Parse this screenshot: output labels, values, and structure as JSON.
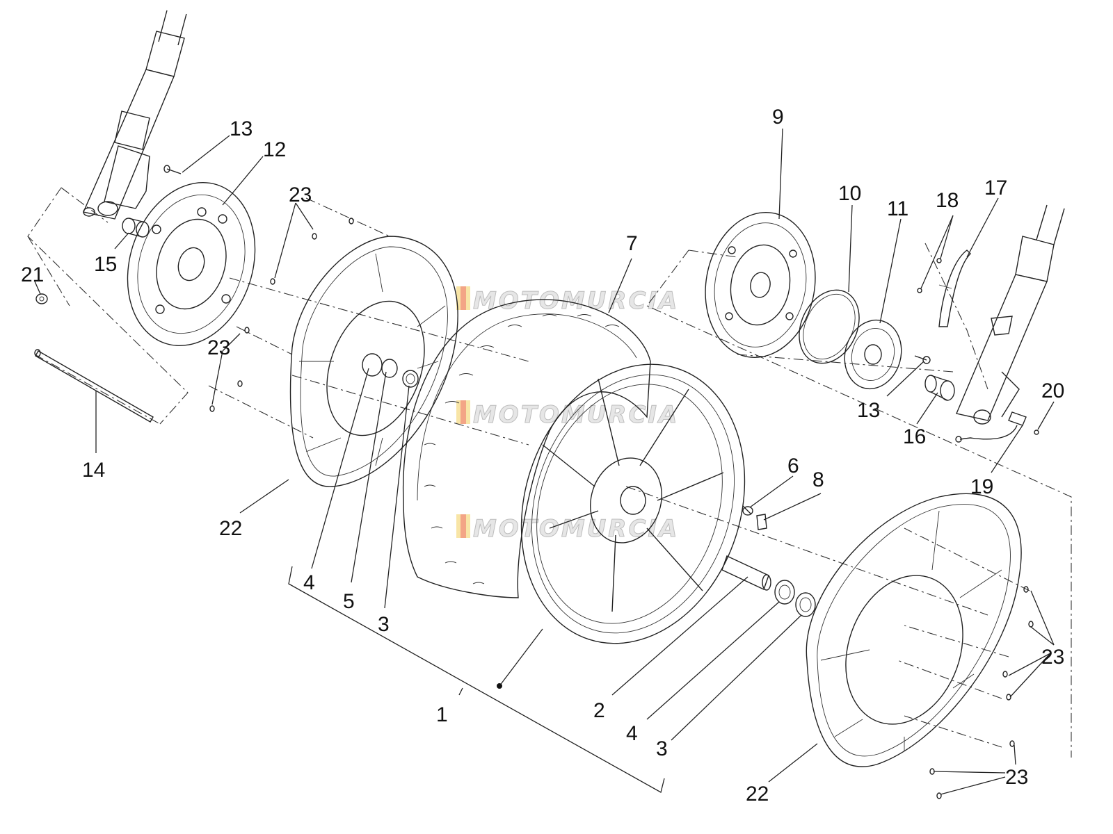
{
  "watermark": "MOTOMURCIA",
  "labels": {
    "l1": "1",
    "l2": "2",
    "l3a": "3",
    "l3b": "3",
    "l4a": "4",
    "l4b": "4",
    "l5": "5",
    "l6": "6",
    "l7": "7",
    "l8": "8",
    "l9": "9",
    "l10": "10",
    "l11": "11",
    "l12": "12",
    "l13a": "13",
    "l13b": "13",
    "l14": "14",
    "l15": "15",
    "l16": "16",
    "l17": "17",
    "l18": "18",
    "l19": "19",
    "l20": "20",
    "l21": "21",
    "l22a": "22",
    "l22b": "22",
    "l23a": "23",
    "l23b": "23",
    "l23c": "23",
    "l23d": "23"
  }
}
